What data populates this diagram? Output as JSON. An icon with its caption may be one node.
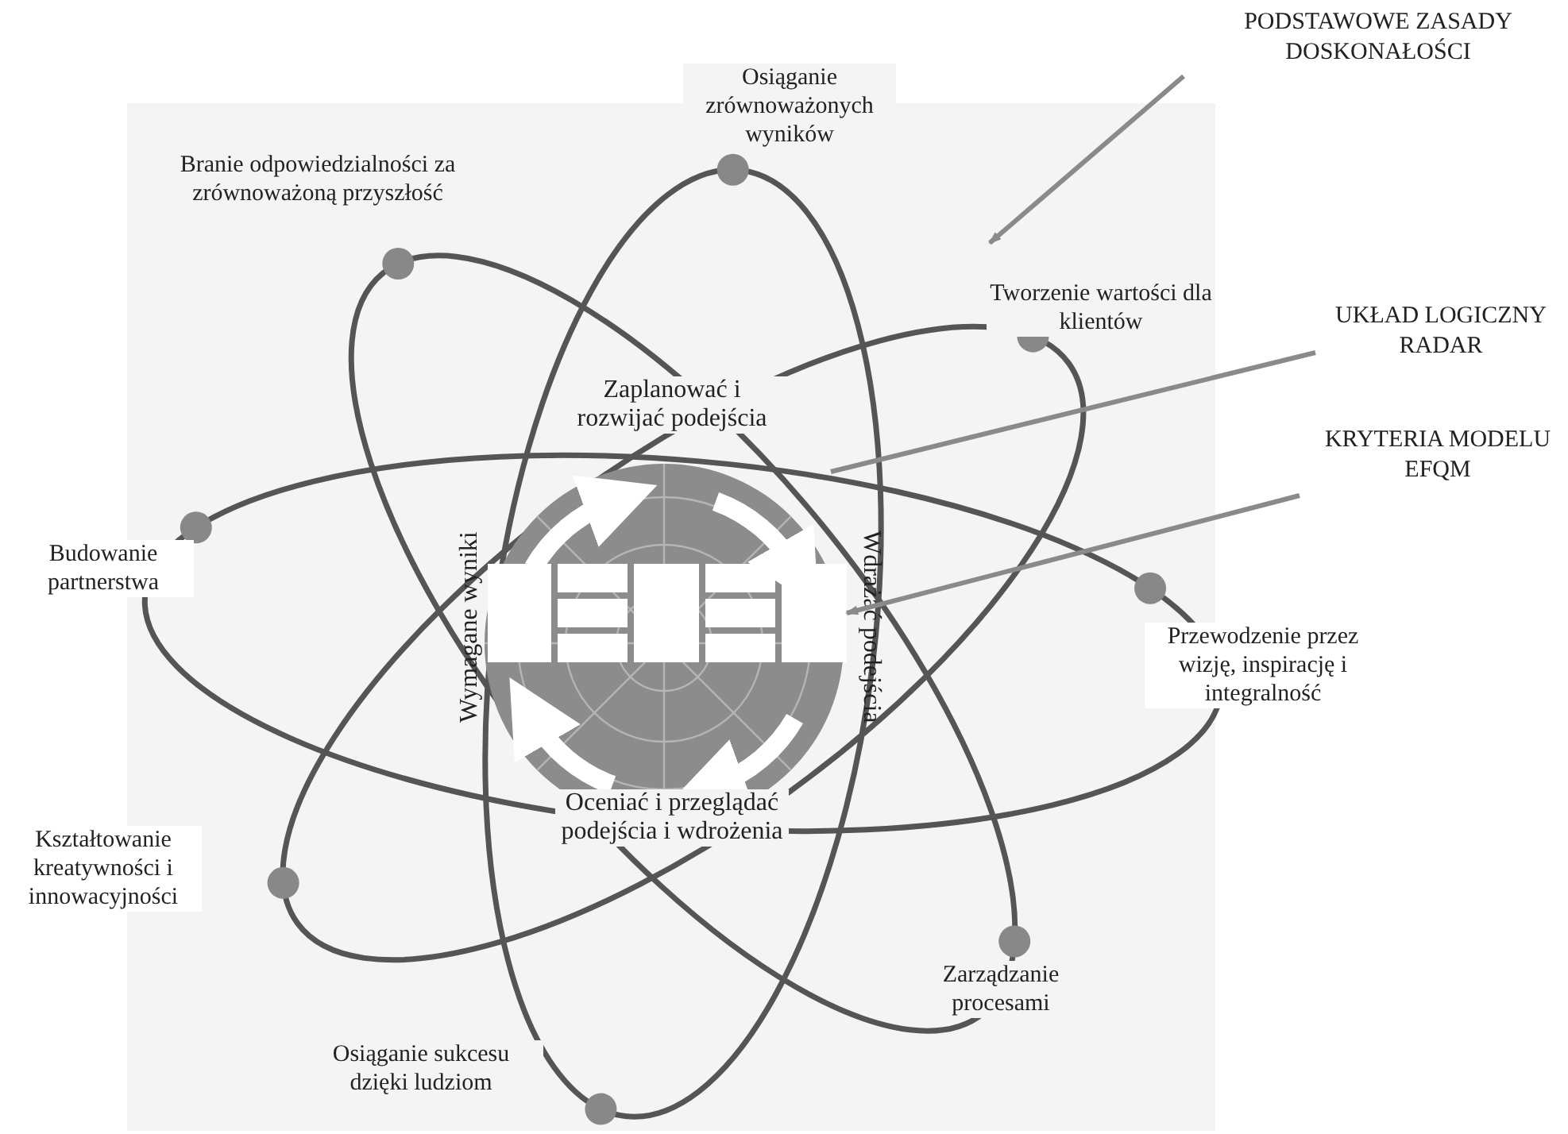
{
  "diagram": {
    "nodes": [
      {
        "text": [
          "PODSTAWOWE ZASADY DOSKONAŁOŚCI"
        ]
      },
      {
        "text": [
          "UKŁAD LOGICZNY RADAR"
        ]
      },
      {
        "text": [
          "KRYTERIA MODELU EFQM"
        ]
      },
      {
        "text": [
          "Zaplanować i rozwijać podejścia",
          "Wdrażać podejścia",
          "Oceniać i przeglądać podejścia i wdrożenia",
          "Wymagane wyniki"
        ]
      },
      {
        "text": [],
        "shape": "box",
        "in": 3
      }
    ],
    "edges": [
      {
        "from": 0,
        "to": null,
        "arrow": "to"
      },
      {
        "from": 1,
        "to": 3,
        "arrow": "none"
      },
      {
        "from": 2,
        "to": 4,
        "arrow": "to"
      }
    ],
    "labels": [
      "Osiąganie zrównoważonych wyników",
      "Branie odpowiedzialności za zrównoważoną przyszłość",
      "Tworzenie wartości dla klientów",
      "Budowanie partnerstwa",
      "Przewodzenie przez wizję, inspirację i integralność",
      "Kształtowanie kreatywności i innowacyjności",
      "Zarządzanie procesami",
      "Osiąganie sukcesu dzięki ludziom"
    ]
  }
}
